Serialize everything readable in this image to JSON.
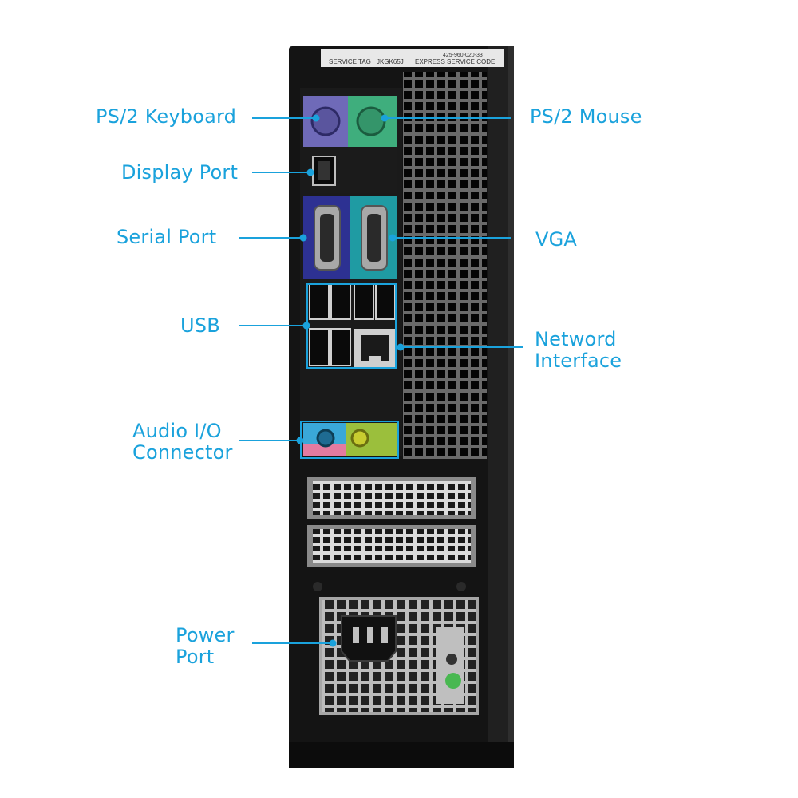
{
  "colors": {
    "callout": "#1aa2dc",
    "chassis": "#141414",
    "chassis_edge": "#2a2a2a",
    "port_keyboard": "#6f6ab8",
    "port_mouse": "#3fae7d",
    "port_serial": "#2d3192",
    "port_vga": "#1f9ba3",
    "audio_blue": "#3aa8d8",
    "audio_green": "#9bbf3c",
    "audio_pink": "#e37ba0",
    "metal": "#c8c8c8",
    "power_led": "#49b851"
  },
  "chassis": {
    "service_tag_label": "SERVICE TAG",
    "service_tag_value": "JKGK65J",
    "express_label": "EXPRESS SERVICE CODE",
    "express_value": "425-960-020-33"
  },
  "callouts": {
    "ps2_keyboard": [
      "PS/2 Keyboard"
    ],
    "display_port": [
      "Display Port"
    ],
    "serial_port": [
      "Serial Port"
    ],
    "usb": [
      "USB"
    ],
    "audio_io": [
      "Audio I/O",
      "Connector"
    ],
    "power_port": [
      "Power",
      "Port"
    ],
    "ps2_mouse": [
      "PS/2 Mouse"
    ],
    "vga": [
      "VGA"
    ],
    "network_interface": [
      "Netword",
      "Interface"
    ]
  }
}
